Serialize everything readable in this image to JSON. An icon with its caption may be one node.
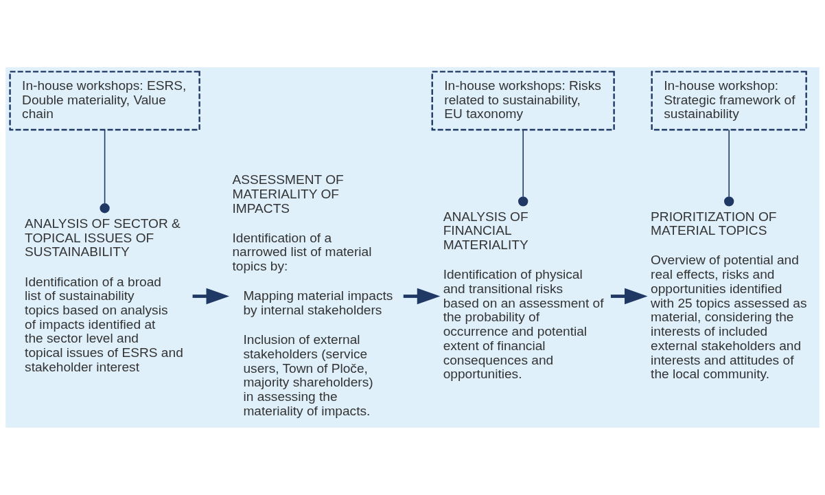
{
  "diagram": {
    "nodes": [
      {
        "text": [
          "In-house workshops: ESRS, Double materiality, Value chain"
        ]
      },
      {
        "text": [
          "In-house workshops: Risks related to sustainability, EU taxonomy"
        ]
      },
      {
        "text": [
          "In-house workshop: Strategic framework of sustainability"
        ]
      },
      {
        "text": [
          "ANALYSIS OF SECTOR & TOPICAL ISSUES OF SUSTAINABILITY",
          "Identification of a broad list of sustainability topics based on analysis of impacts identified at the sector level and topical issues of ESRS and stakeholder interest"
        ]
      },
      {
        "text": [
          "ASSESSMENT OF MATERIALITY OF IMPACTS",
          "Identification of a narrowed list of material topics by:",
          "Mapping material impacts by internal stakeholders",
          "Inclusion of external stakeholders (service users, Town of Ploče, majority shareholders) in assessing the materiality of impacts."
        ]
      },
      {
        "text": [
          "ANALYSIS OF FINANCIAL MATERIALITY",
          "Identification of physical and transitional risks based on an assessment of the probability of occurrence and potential extent of financial consequences and opportunities."
        ]
      },
      {
        "text": [
          "PRIORITIZATION OF MATERIAL TOPICS",
          "Overview of potential and real effects, risks and opportunities identified with 25 topics assessed as material, considering the interests of included external stakeholders and interests and attitudes of the local community."
        ]
      }
    ],
    "edges": [
      {
        "from": 0,
        "to": 3,
        "arrow": "other"
      },
      {
        "from": 1,
        "to": 5,
        "arrow": "other"
      },
      {
        "from": 2,
        "to": 6,
        "arrow": "other"
      },
      {
        "from": 3,
        "to": 4,
        "arrow": "to",
        "style": "thick"
      },
      {
        "from": 4,
        "to": 5,
        "arrow": "to",
        "style": "thick"
      },
      {
        "from": 5,
        "to": 6,
        "arrow": "to",
        "style": "thick"
      }
    ]
  }
}
